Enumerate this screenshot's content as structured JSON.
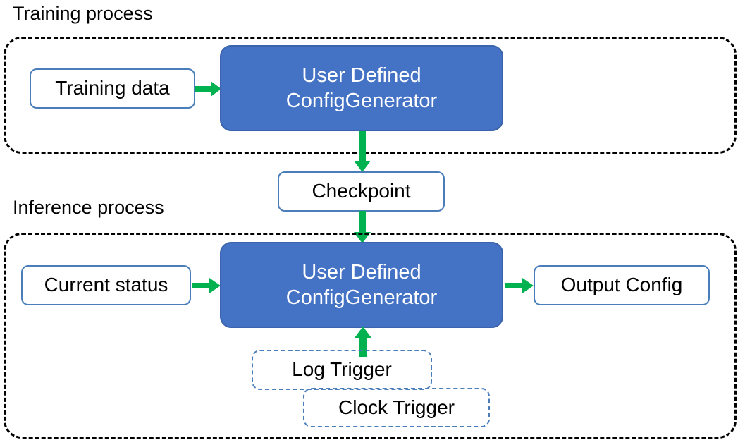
{
  "diagram": {
    "title_training": "Training process",
    "title_inference": "Inference process",
    "colors": {
      "process_fill": "#4472C4",
      "box_border": "#4A7EBB",
      "arrow_green": "#00B14F",
      "panel_border": "#000000",
      "trigger_border": "#4A7EBB",
      "process_text": "#FFFFFF",
      "node_text": "#000000"
    }
  },
  "training": {
    "label": "Training process",
    "input_box": {
      "text": "Training data"
    },
    "process_box": {
      "line1": "User Defined",
      "line2": "ConfigGenerator"
    }
  },
  "checkpoint": {
    "text": "Checkpoint"
  },
  "inference": {
    "label": "Inference process",
    "input_box": {
      "text": "Current status"
    },
    "process_box": {
      "line1": "User Defined",
      "line2": "ConfigGenerator"
    },
    "output_box": {
      "text": "Output Config"
    },
    "triggers": [
      {
        "text": "Log Trigger"
      },
      {
        "text": "Clock Trigger"
      }
    ]
  },
  "arrows": [
    {
      "name": "training-data-to-generator",
      "direction": "right"
    },
    {
      "name": "generator-to-checkpoint",
      "direction": "down"
    },
    {
      "name": "checkpoint-to-inference-generator",
      "direction": "down"
    },
    {
      "name": "current-status-to-generator",
      "direction": "right"
    },
    {
      "name": "generator-to-output-config",
      "direction": "right"
    },
    {
      "name": "trigger-to-generator",
      "direction": "up"
    }
  ]
}
